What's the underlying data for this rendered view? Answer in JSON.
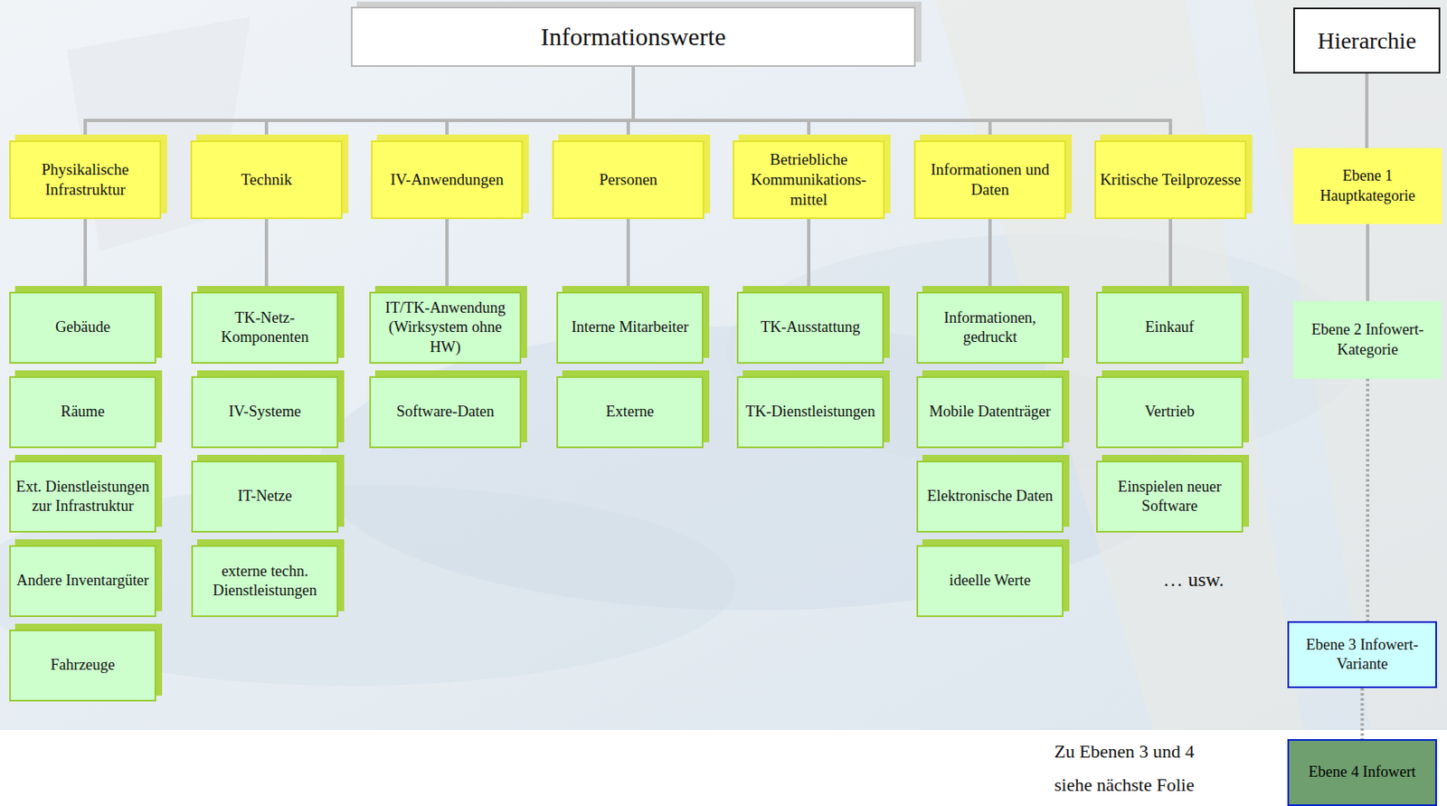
{
  "diagram": {
    "nodes": [
      {
        "text": [
          "Informationswerte"
        ]
      },
      {
        "text": [
          "Hierarchie"
        ]
      },
      {
        "text": [
          "Physikalische Infrastruktur"
        ]
      },
      {
        "text": [
          "Technik"
        ]
      },
      {
        "text": [
          "IV-Anwendungen"
        ]
      },
      {
        "text": [
          "Personen"
        ]
      },
      {
        "text": [
          "Betriebliche Kommunikations- mittel"
        ]
      },
      {
        "text": [
          "Informationen und Daten"
        ]
      },
      {
        "text": [
          "Kritische Teilprozesse"
        ]
      },
      {
        "text": [
          "Ebene 1 Hauptkategorie"
        ]
      },
      {
        "text": [
          "Gebäude"
        ]
      },
      {
        "text": [
          "Räume"
        ]
      },
      {
        "text": [
          "Ext. Dienstleistungen zur Infrastruktur"
        ]
      },
      {
        "text": [
          "Andere Inventargüter"
        ]
      },
      {
        "text": [
          "Fahrzeuge"
        ]
      },
      {
        "text": [
          "TK-Netz- Komponenten"
        ]
      },
      {
        "text": [
          "IV-Systeme"
        ]
      },
      {
        "text": [
          "IT-Netze"
        ]
      },
      {
        "text": [
          "externe techn. Dienstleistungen"
        ]
      },
      {
        "text": [
          "IT/TK-Anwendung (Wirksystem ohne HW)"
        ]
      },
      {
        "text": [
          "Software-Daten"
        ]
      },
      {
        "text": [
          "Interne Mitarbeiter"
        ]
      },
      {
        "text": [
          "Externe"
        ]
      },
      {
        "text": [
          "TK-Ausstattung"
        ]
      },
      {
        "text": [
          "TK-Dienstleistungen"
        ]
      },
      {
        "text": [
          "Informationen, gedruckt"
        ]
      },
      {
        "text": [
          "Mobile Datenträger"
        ]
      },
      {
        "text": [
          "Elektronische Daten"
        ]
      },
      {
        "text": [
          "ideelle Werte"
        ]
      },
      {
        "text": [
          "Einkauf"
        ]
      },
      {
        "text": [
          "Vertrieb"
        ]
      },
      {
        "text": [
          "Einspielen neuer Software"
        ]
      },
      {
        "text": [
          "Ebene 2 Infowert-Kategorie"
        ]
      },
      {
        "text": [
          "Ebene 3 Infowert-Variante"
        ]
      },
      {
        "text": [
          "Ebene 4 Infowert"
        ]
      }
    ],
    "edges": [
      {
        "from": 0,
        "to": 2,
        "arrow": "none"
      },
      {
        "from": 0,
        "to": 3,
        "arrow": "none"
      },
      {
        "from": 0,
        "to": 4,
        "arrow": "none"
      },
      {
        "from": 0,
        "to": 5,
        "arrow": "none"
      },
      {
        "from": 0,
        "to": 6,
        "arrow": "none"
      },
      {
        "from": 0,
        "to": 7,
        "arrow": "none"
      },
      {
        "from": 0,
        "to": 8,
        "arrow": "none"
      },
      {
        "from": 2,
        "to": 10,
        "arrow": "none"
      },
      {
        "from": 3,
        "to": 15,
        "arrow": "none"
      },
      {
        "from": 4,
        "to": 19,
        "arrow": "none"
      },
      {
        "from": 5,
        "to": 21,
        "arrow": "none"
      },
      {
        "from": 6,
        "to": 23,
        "arrow": "none"
      },
      {
        "from": 7,
        "to": 25,
        "arrow": "none"
      },
      {
        "from": 8,
        "to": 29,
        "arrow": "none"
      },
      {
        "from": 1,
        "to": 9,
        "arrow": "none"
      },
      {
        "from": 9,
        "to": 32,
        "arrow": "none"
      },
      {
        "from": 32,
        "to": 33,
        "arrow": "none"
      },
      {
        "from": 33,
        "to": 34,
        "arrow": "none"
      }
    ],
    "labels": [
      "… usw.",
      "Zu Ebenen 3 und 4",
      "siehe nächste Folie"
    ]
  }
}
